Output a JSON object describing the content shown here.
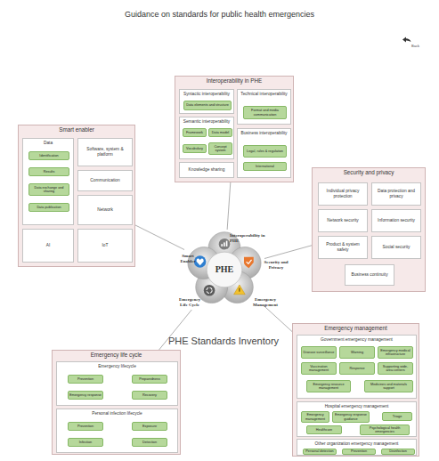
{
  "diagram": {
    "title": "Guidance on standards for public health emergencies",
    "nodes": [
      {
        "text": [
          "Interoperability in PHE"
        ]
      },
      {
        "text": [
          "Syntactic interoperability"
        ],
        "in": 0
      },
      {
        "text": [
          "Data elements and structure"
        ],
        "in": 1
      },
      {
        "text": [
          "Semantic interoperability"
        ],
        "in": 0
      },
      {
        "text": [
          "Framework"
        ],
        "in": 3
      },
      {
        "text": [
          "Data model"
        ],
        "in": 3
      },
      {
        "text": [
          "Vocabulary"
        ],
        "in": 3
      },
      {
        "text": [
          "Concept system"
        ],
        "in": 3
      },
      {
        "text": [
          "Technical interoperability"
        ],
        "in": 0
      },
      {
        "text": [
          "Format and media communication"
        ],
        "in": 8
      },
      {
        "text": [
          "Business interoperability"
        ],
        "in": 0
      },
      {
        "text": [
          "Legal, rules & regulation"
        ],
        "in": 10
      },
      {
        "text": [
          "International"
        ],
        "in": 10
      },
      {
        "text": [
          "Knowledge sharing"
        ],
        "in": 0
      },
      {
        "text": [
          "Smart enabler"
        ]
      },
      {
        "text": [
          "Data"
        ],
        "in": 14
      },
      {
        "text": [
          "Identification"
        ],
        "in": 15
      },
      {
        "text": [
          "Results"
        ],
        "in": 15
      },
      {
        "text": [
          "Data exchange and sharing"
        ],
        "in": 15
      },
      {
        "text": [
          "Data publication"
        ],
        "in": 15
      },
      {
        "text": [
          "Software, system & platform"
        ],
        "in": 14
      },
      {
        "text": [
          "Communication"
        ],
        "in": 14
      },
      {
        "text": [
          "Network"
        ],
        "in": 14
      },
      {
        "text": [
          "AI"
        ],
        "in": 14
      },
      {
        "text": [
          "IoT"
        ],
        "in": 14
      },
      {
        "text": [
          "PHE"
        ]
      },
      {
        "text": [
          "Security and privacy"
        ]
      },
      {
        "text": [
          "Individual privacy protection"
        ],
        "in": 26
      },
      {
        "text": [
          "Data protection and privacy"
        ],
        "in": 26
      },
      {
        "text": [
          "Network security"
        ],
        "in": 26
      },
      {
        "text": [
          "Information security"
        ],
        "in": 26
      },
      {
        "text": [
          "Product & system safety"
        ],
        "in": 26
      },
      {
        "text": [
          "Social security"
        ],
        "in": 26
      },
      {
        "text": [
          "Business continuity"
        ],
        "in": 26
      },
      {
        "text": [
          "Emergency life cycle"
        ]
      },
      {
        "text": [
          "Emergency lifecycle"
        ],
        "in": 34
      },
      {
        "text": [
          "Prevention"
        ],
        "in": 35
      },
      {
        "text": [
          "Preparedness"
        ],
        "in": 35
      },
      {
        "text": [
          "Emergency response"
        ],
        "in": 35
      },
      {
        "text": [
          "Recovery"
        ],
        "in": 35
      },
      {
        "text": [
          "Personal infection lifecycle"
        ],
        "in": 34
      },
      {
        "text": [
          "Prevention"
        ],
        "in": 40
      },
      {
        "text": [
          "Exposure"
        ],
        "in": 40
      },
      {
        "text": [
          "Infection"
        ],
        "in": 40
      },
      {
        "text": [
          "Detection"
        ],
        "in": 40
      },
      {
        "text": [
          "Emergency management"
        ]
      },
      {
        "text": [
          "Government emergency management"
        ],
        "in": 45
      },
      {
        "text": [
          "Disease surveillance"
        ],
        "in": 46
      },
      {
        "text": [
          "Warning"
        ],
        "in": 46
      },
      {
        "text": [
          "Emergency medical infrastructure"
        ],
        "in": 46
      },
      {
        "text": [
          "Vaccination management"
        ],
        "in": 46
      },
      {
        "text": [
          "Response"
        ],
        "in": 46
      },
      {
        "text": [
          "Supporting wide-area centers"
        ],
        "in": 46
      },
      {
        "text": [
          "Emergency resource management"
        ],
        "in": 46
      },
      {
        "text": [
          "Medicines and materials support"
        ],
        "in": 46
      },
      {
        "text": [
          "Hospital emergency management"
        ],
        "in": 45
      },
      {
        "text": [
          "Emergency management"
        ],
        "in": 55
      },
      {
        "text": [
          "Emergency response guidance"
        ],
        "in": 55
      },
      {
        "text": [
          "Triage"
        ],
        "in": 55
      },
      {
        "text": [
          "Healthcare"
        ],
        "in": 55
      },
      {
        "text": [
          "Psychological health emergencies"
        ],
        "in": 55
      },
      {
        "text": [
          "Other organization emergency management"
        ],
        "in": 45
      },
      {
        "text": [
          "Personal detection"
        ],
        "in": 61
      },
      {
        "text": [
          "Prevention"
        ],
        "in": 61
      },
      {
        "text": [
          "Disinfection"
        ],
        "in": 61
      }
    ],
    "edges": [
      {
        "from": 25,
        "to": 0,
        "arrow": "none"
      },
      {
        "from": 25,
        "to": 14,
        "arrow": "none"
      },
      {
        "from": 25,
        "to": 26,
        "arrow": "none"
      },
      {
        "from": 25,
        "to": 34,
        "arrow": "none"
      },
      {
        "from": 25,
        "to": 45,
        "arrow": "none"
      }
    ],
    "labels": [
      "Back",
      "Smart Enabler",
      "Interoperability in PHE",
      "Security and Privacy",
      "Emergency Management",
      "Emergency Life Cycle",
      "PHE Standards Inventory"
    ]
  }
}
